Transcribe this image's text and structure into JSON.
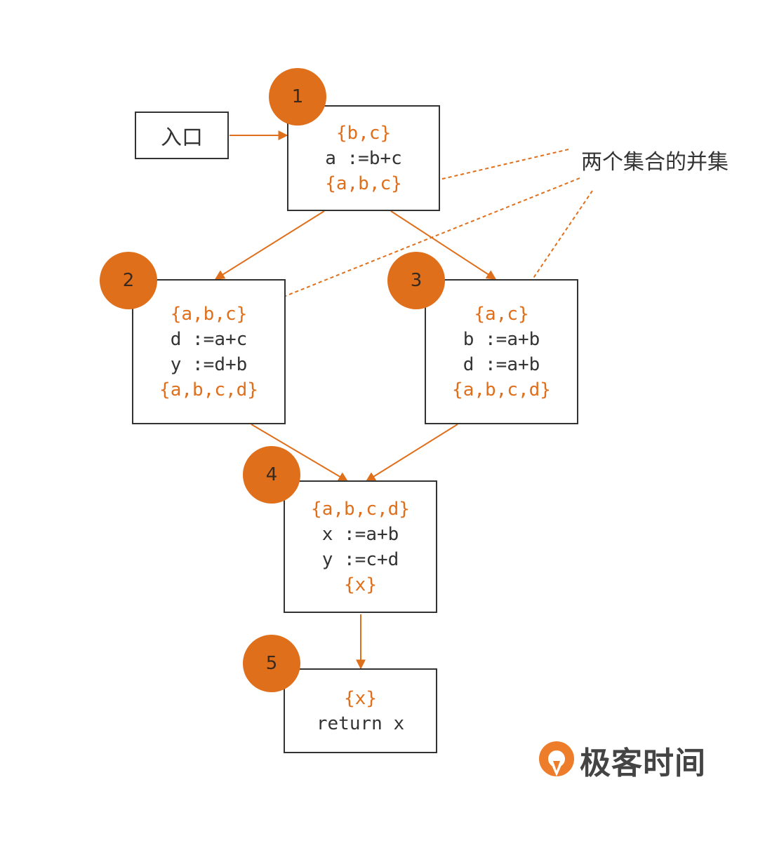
{
  "annotation": "两个集合的并集",
  "entry": {
    "label": "入口"
  },
  "blocks": [
    {
      "badge": "1",
      "lines": [
        {
          "text": "{b,c}",
          "kind": "set"
        },
        {
          "text": "a :=b+c",
          "kind": "stmt"
        },
        {
          "text": "{a,b,c}",
          "kind": "set"
        }
      ]
    },
    {
      "badge": "2",
      "lines": [
        {
          "text": "{a,b,c}",
          "kind": "set"
        },
        {
          "text": "d :=a+c",
          "kind": "stmt"
        },
        {
          "text": "y :=d+b",
          "kind": "stmt"
        },
        {
          "text": "{a,b,c,d}",
          "kind": "set"
        }
      ]
    },
    {
      "badge": "3",
      "lines": [
        {
          "text": "{a,c}",
          "kind": "set"
        },
        {
          "text": "b :=a+b",
          "kind": "stmt"
        },
        {
          "text": "d :=a+b",
          "kind": "stmt"
        },
        {
          "text": "{a,b,c,d}",
          "kind": "set"
        }
      ]
    },
    {
      "badge": "4",
      "lines": [
        {
          "text": "{a,b,c,d}",
          "kind": "set"
        },
        {
          "text": "x :=a+b",
          "kind": "stmt"
        },
        {
          "text": "y :=c+d",
          "kind": "stmt"
        },
        {
          "text": "{x}",
          "kind": "set"
        }
      ]
    },
    {
      "badge": "5",
      "lines": [
        {
          "text": "{x}",
          "kind": "set"
        },
        {
          "text": "return x",
          "kind": "stmt"
        }
      ]
    }
  ],
  "edges": [
    {
      "from": "entry",
      "to": "1"
    },
    {
      "from": "1",
      "to": "2"
    },
    {
      "from": "1",
      "to": "3"
    },
    {
      "from": "2",
      "to": "4"
    },
    {
      "from": "3",
      "to": "4"
    },
    {
      "from": "4",
      "to": "5"
    }
  ],
  "logo": {
    "text": "极客时间"
  },
  "colors": {
    "accent": "#e06f1b",
    "text": "#333333",
    "border": "#333333"
  }
}
